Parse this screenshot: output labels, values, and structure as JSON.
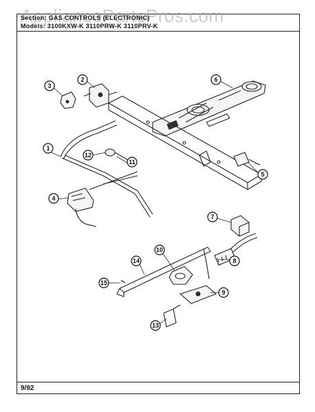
{
  "header": {
    "section_line": "Section:  GAS CONTROLS (ELECTRONIC)",
    "models_line": "Models:  3100KXW-K   3110PRW-K   3110PRV-K"
  },
  "footer": {
    "date": "9/92"
  },
  "watermark": "AppliancePartsPros.com",
  "callouts": [
    "1",
    "2",
    "3",
    "4",
    "5",
    "6",
    "7",
    "8",
    "9",
    "10",
    "11",
    "12",
    "13",
    "14",
    "15"
  ],
  "colors": {
    "line": "#222222",
    "background": "#ffffff",
    "watermark": "#a0a0a0"
  }
}
